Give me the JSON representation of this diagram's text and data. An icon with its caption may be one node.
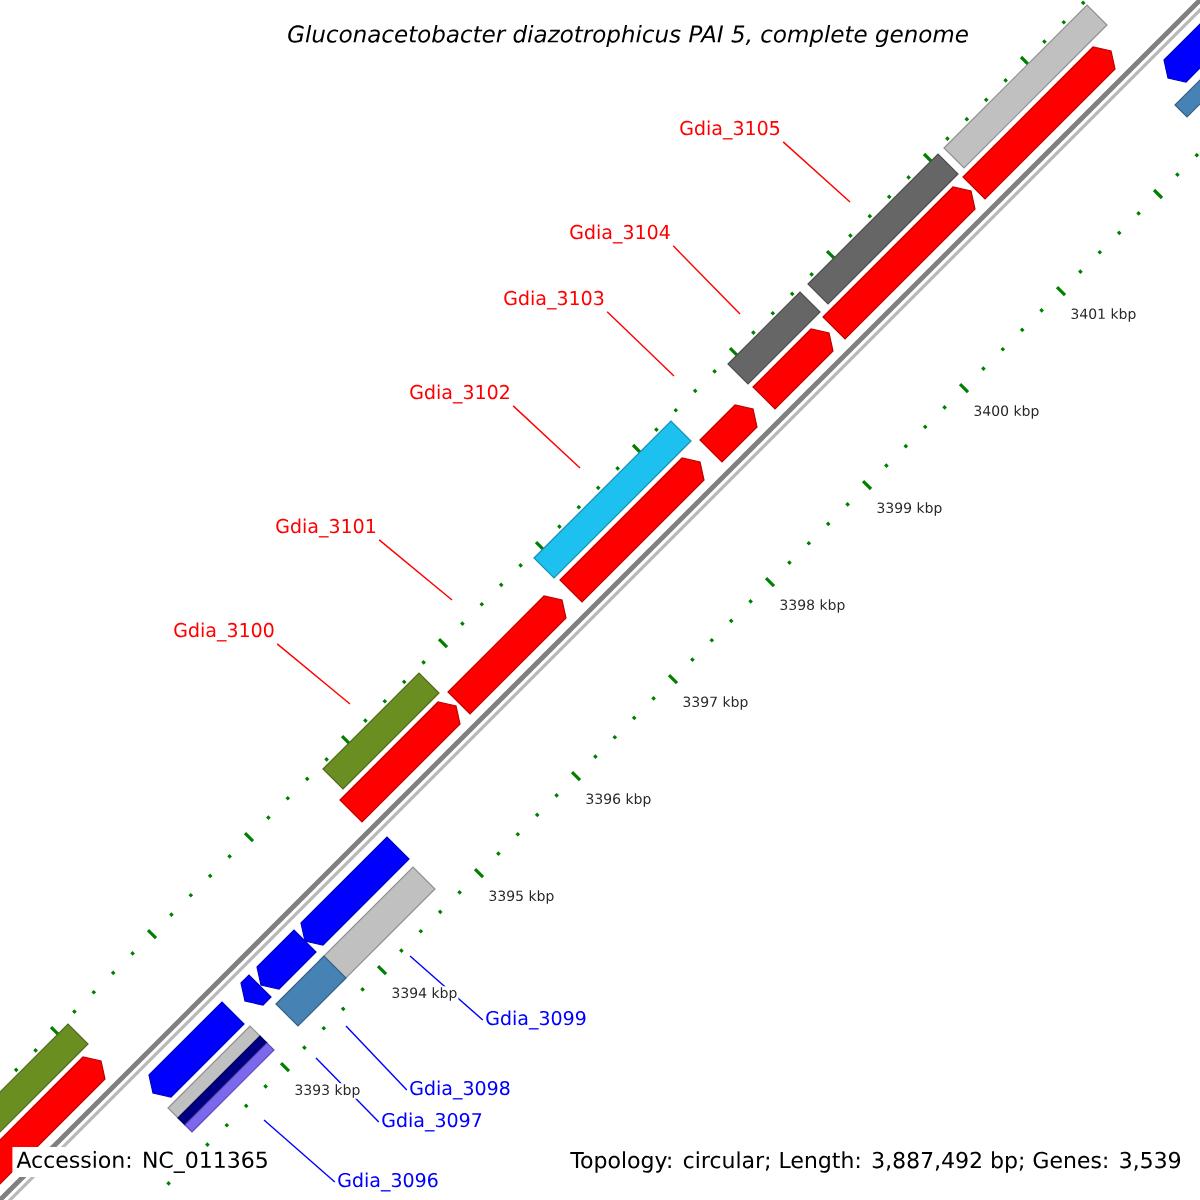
{
  "diagram": {
    "title": "Gluconacetobacter diazotrophicus PAI 5, complete genome",
    "nodes": [
      {
        "text": [
          "Gdia_3105"
        ]
      },
      {
        "text": [
          "Gdia_3104"
        ]
      },
      {
        "text": [
          "Gdia_3103"
        ]
      },
      {
        "text": [
          "Gdia_3102"
        ]
      },
      {
        "text": [
          "Gdia_3101"
        ]
      },
      {
        "text": [
          "Gdia_3100"
        ]
      },
      {
        "text": [
          "Gdia_3099"
        ]
      },
      {
        "text": [
          "Gdia_3098"
        ]
      },
      {
        "text": [
          "Gdia_3097"
        ]
      },
      {
        "text": [
          "Gdia_3096"
        ]
      }
    ],
    "edges": [
      {
        "from": 0,
        "to": null,
        "arrow": "none"
      },
      {
        "from": 1,
        "to": null,
        "arrow": "none"
      },
      {
        "from": 2,
        "to": null,
        "arrow": "none"
      },
      {
        "from": 3,
        "to": null,
        "arrow": "none"
      },
      {
        "from": 4,
        "to": null,
        "arrow": "none"
      },
      {
        "from": 5,
        "to": null,
        "arrow": "none"
      },
      {
        "from": 6,
        "to": null,
        "arrow": "none",
        "color": "#0000ff"
      },
      {
        "from": 7,
        "to": null,
        "arrow": "none",
        "color": "#0000ff"
      },
      {
        "from": 8,
        "to": null,
        "arrow": "none",
        "color": "#0000ff"
      },
      {
        "from": 9,
        "to": null,
        "arrow": "none",
        "color": "#0000ff"
      }
    ],
    "labels": [
      "3401 kbp",
      "3400 kbp",
      "3399 kbp",
      "3398 kbp",
      "3397 kbp",
      "3396 kbp",
      "3395 kbp",
      "3394 kbp",
      "3393 kbp",
      "Accession: NC_011365",
      "Topology: circular; Length: 3,887,492 bp; Genes: 3,539"
    ]
  }
}
